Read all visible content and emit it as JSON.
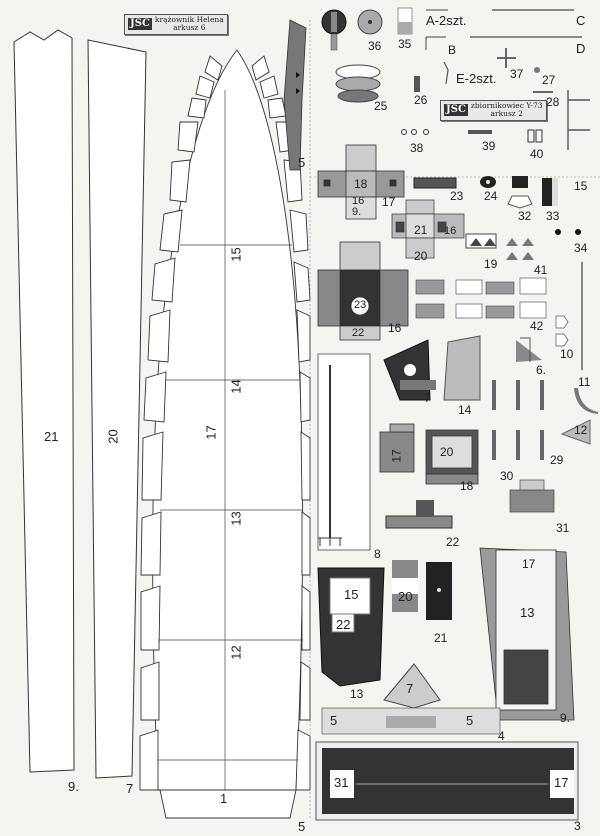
{
  "stamp_left": {
    "logo": "JSC",
    "line1": "krążownik Helena",
    "line2": "arkusz 6"
  },
  "stamp_right": {
    "logo": "JSC",
    "line1": "zbiornikowiec Y-73",
    "line2": "arkusz 2"
  },
  "labels": {
    "p21": "21",
    "p20": "20",
    "p9a": "9.",
    "p7a": "7",
    "h15": "15",
    "h14": "14",
    "h17": "17",
    "h13": "13",
    "h12": "12",
    "h1": "1",
    "h5a": "5",
    "s5": "5",
    "n36": "36",
    "n35": "35",
    "a2": "A-2szt.",
    "c": "C",
    "b": "B",
    "d": "D",
    "e2": "E-2szt.",
    "n37": "37",
    "n27": "27",
    "n28": "28",
    "n26": "26",
    "n25": "25",
    "n38": "38",
    "n39": "39",
    "n40": "40",
    "n18": "18",
    "n16a": "16",
    "n9b": "9.",
    "n17": "17",
    "n23": "23",
    "n24": "24",
    "n32": "32",
    "n33": "33",
    "n15": "15",
    "n21a": "21",
    "n16b": "16",
    "n20": "20",
    "n19": "19",
    "n41": "41",
    "n34": "34",
    "n16c": "16",
    "n22a": "22",
    "n23b": "23",
    "n42": "42",
    "n10": "10",
    "n6": "6.",
    "n11": "11",
    "n7": "7",
    "n14": "14",
    "n12": "12",
    "n8": "8",
    "n17b": "17",
    "n20b": "20",
    "n18b": "18",
    "n30": "30",
    "n29": "29",
    "n22b": "22",
    "n31": "31",
    "t15": "15",
    "t22": "22",
    "t13": "13",
    "t20": "20",
    "t21": "21",
    "b17": "17",
    "b13": "13",
    "b9": "9.",
    "d7": "7",
    "d13": "13",
    "d5a": "5",
    "d5b": "5",
    "d4": "4",
    "k31": "31",
    "k17": "17",
    "k3": "3",
    "k5": "5"
  }
}
